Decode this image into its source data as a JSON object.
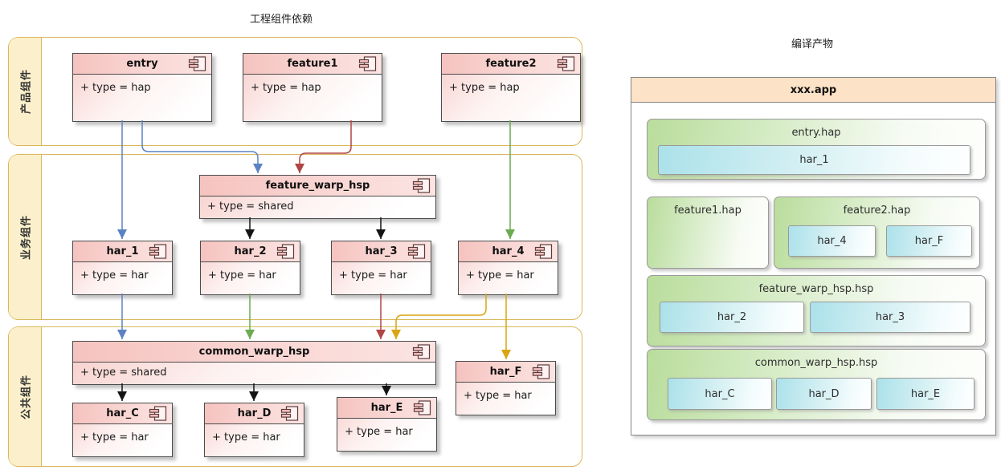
{
  "colors": {
    "blue": "#5b82c2",
    "red": "#b04546",
    "green": "#6cab51",
    "orange": "#d9a510",
    "black": "#141414",
    "band_border": "#d9b85a",
    "band_fill": "#fbf0cb",
    "pink_header": "#f5c3bf",
    "app_header": "#fce2c6",
    "hap_green": "#b9dd9c",
    "har_cyan": "#abe1ea"
  },
  "left": {
    "title": "工程组件依赖",
    "bands": [
      {
        "label": "产品组件"
      },
      {
        "label": "业务组件"
      },
      {
        "label": "公共组件"
      }
    ],
    "nodes": {
      "entry": {
        "title": "entry",
        "body": "+ type = hap"
      },
      "feature1": {
        "title": "feature1",
        "body": "+ type = hap"
      },
      "feature2": {
        "title": "feature2",
        "body": "+ type = hap"
      },
      "feature_warp_hsp": {
        "title": "feature_warp_hsp",
        "body": "+ type = shared"
      },
      "har_1": {
        "title": "har_1",
        "body": "+ type = har"
      },
      "har_2": {
        "title": "har_2",
        "body": "+ type = har"
      },
      "har_3": {
        "title": "har_3",
        "body": "+ type = har"
      },
      "har_4": {
        "title": "har_4",
        "body": "+ type = har"
      },
      "common_warp_hsp": {
        "title": "common_warp_hsp",
        "body": "+ type = shared"
      },
      "har_C": {
        "title": "har_C",
        "body": "+ type = har"
      },
      "har_D": {
        "title": "har_D",
        "body": "+ type = har"
      },
      "har_E": {
        "title": "har_E",
        "body": "+ type = har"
      },
      "har_F": {
        "title": "har_F",
        "body": "+ type = har"
      }
    },
    "edges": [
      {
        "from": "entry",
        "to": "har_1",
        "color": "blue"
      },
      {
        "from": "entry",
        "to": "feature_warp_hsp",
        "color": "blue"
      },
      {
        "from": "feature1",
        "to": "feature_warp_hsp",
        "color": "red"
      },
      {
        "from": "feature2",
        "to": "har_4",
        "color": "green"
      },
      {
        "from": "feature_warp_hsp",
        "to": "har_2",
        "color": "black"
      },
      {
        "from": "feature_warp_hsp",
        "to": "har_3",
        "color": "black"
      },
      {
        "from": "har_1",
        "to": "common_warp_hsp",
        "color": "blue"
      },
      {
        "from": "har_2",
        "to": "common_warp_hsp",
        "color": "green"
      },
      {
        "from": "har_3",
        "to": "common_warp_hsp",
        "color": "red"
      },
      {
        "from": "har_4",
        "to": "common_warp_hsp",
        "color": "orange"
      },
      {
        "from": "har_4",
        "to": "har_F",
        "color": "orange"
      },
      {
        "from": "common_warp_hsp",
        "to": "har_C",
        "color": "black"
      },
      {
        "from": "common_warp_hsp",
        "to": "har_D",
        "color": "black"
      },
      {
        "from": "common_warp_hsp",
        "to": "har_E",
        "color": "black"
      }
    ]
  },
  "right": {
    "title": "编译产物",
    "app": {
      "title": "xxx.app"
    },
    "groups": [
      {
        "label": "entry.hap",
        "children": [
          "har_1"
        ]
      },
      {
        "label": "feature1.hap",
        "children": []
      },
      {
        "label": "feature2.hap",
        "children": [
          "har_4",
          "har_F"
        ]
      },
      {
        "label": "feature_warp_hsp.hsp",
        "children": [
          "har_2",
          "har_3"
        ]
      },
      {
        "label": "common_warp_hsp.hsp",
        "children": [
          "har_C",
          "har_D",
          "har_E"
        ]
      }
    ]
  }
}
